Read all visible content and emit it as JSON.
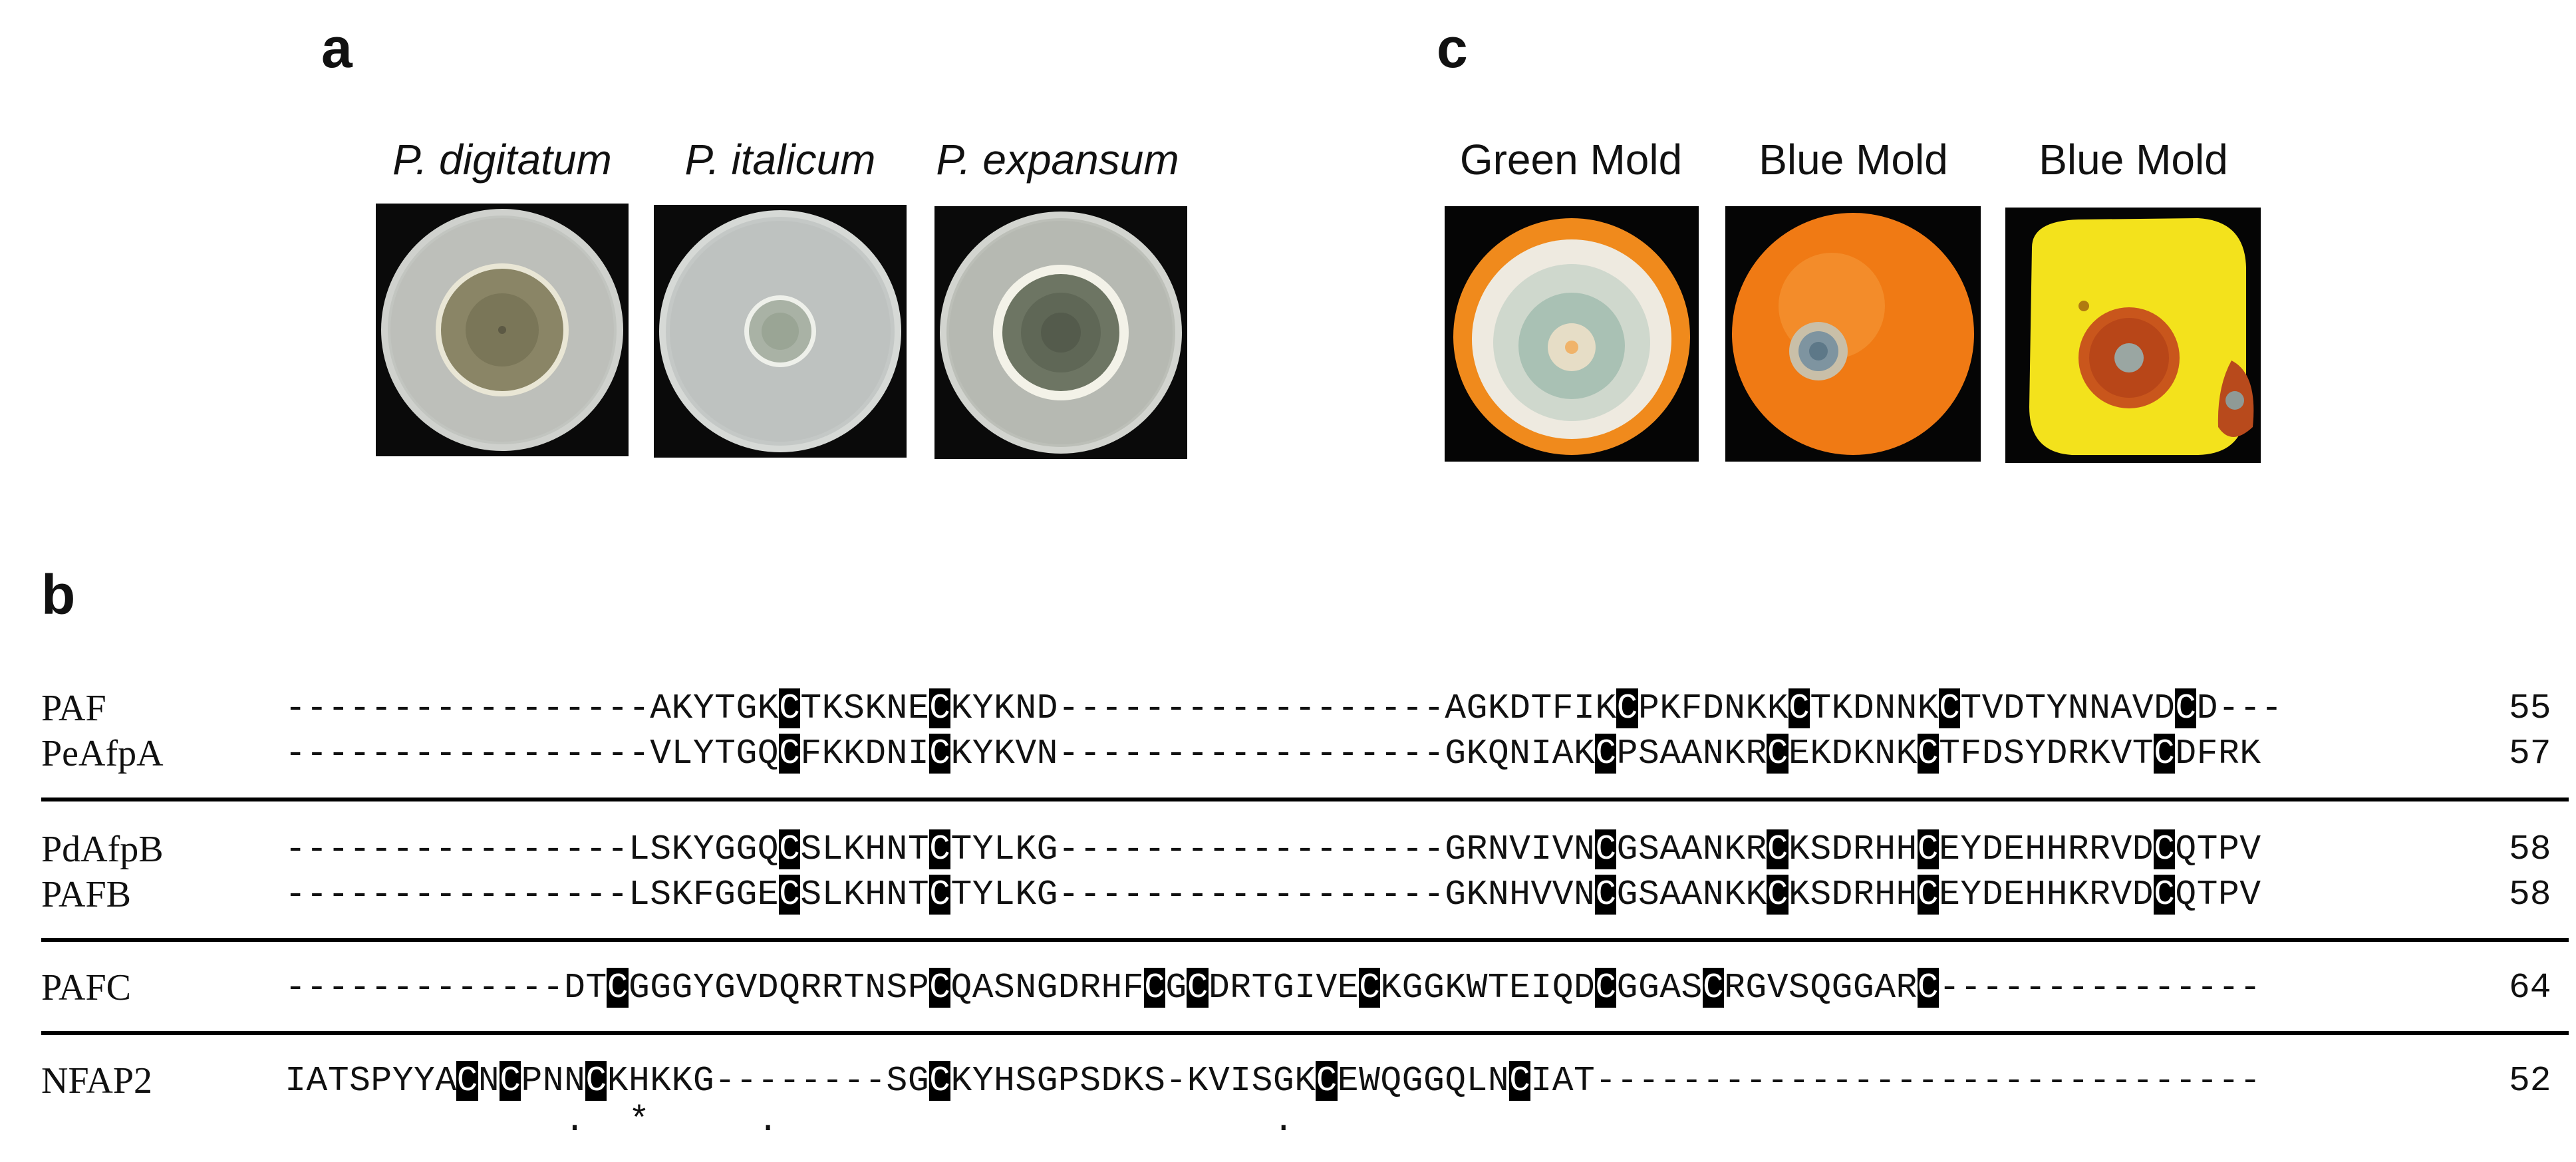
{
  "panels": {
    "a": {
      "letter": "a",
      "captions": [
        "P. digitatum",
        "P. italicum",
        "P. expansum"
      ],
      "colony_colors": [
        "#8a8566",
        "#a9b2a5",
        "#6d7563"
      ]
    },
    "c": {
      "letter": "c",
      "captions": [
        "Green Mold",
        "Blue Mold",
        "Blue Mold"
      ]
    },
    "b": {
      "letter": "b",
      "groups": [
        [
          {
            "name": "PAF",
            "seq": "-----------------AKYTGKCTKSKNECKYKND------------------AGKDTFIKCPKFDNKKCTKDNNKCTVDTYNNAVDCD---",
            "length": "55"
          },
          {
            "name": "PeAfpA",
            "seq": "-----------------VLYTGQCFKKDNICKYKVN------------------GKQNIAKCPSAANKRCEKDKNKCTFDSYDRKVTCDFRK",
            "length": "57"
          }
        ],
        [
          {
            "name": "PdAfpB",
            "seq": "----------------LSKYGGQCSLKHNTCTYLKG------------------GRNVIVNCGSAANKRCKSDRHHCEYDEHHRRVDCQTPV",
            "length": "58"
          },
          {
            "name": "PAFB",
            "seq": "----------------LSKFGGECSLKHNTCTYLKG------------------GKNHVVNCGSAANKKCKSDRHHCEYDEHHKRVDCQTPV",
            "length": "58"
          }
        ],
        [
          {
            "name": "PAFC",
            "seq": "-------------DTCGGGYGVDQRRTNSPCQASNGDRHFCGCDRTGIVECKGGKWTEIQDCGGASCRGVSQGGARC---------------",
            "length": "64"
          }
        ],
        [
          {
            "name": "NFAP2",
            "seq": "IATSPYYACNCPNNCKHKKG--------SGCKYHSGPSDKS-KVISGKCEWQGGQLNCIAT-------------------------------",
            "length": "52"
          }
        ]
      ],
      "consensus": "             .  *     .                       .                       "
    }
  },
  "colors": {
    "cysteine_bg": "#000000",
    "cysteine_fg": "#ffffff",
    "orange": "#f08a1c",
    "apple": "#f3e21c"
  }
}
